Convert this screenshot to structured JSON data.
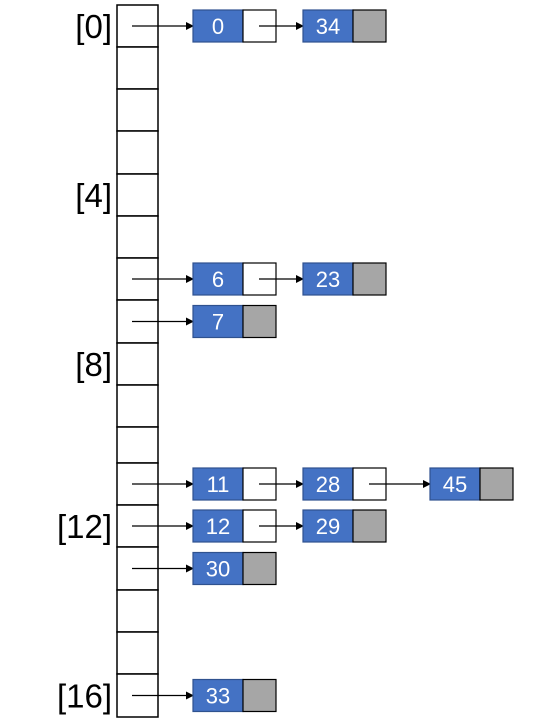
{
  "diagram": {
    "colors": {
      "node_value": "#4472c4",
      "node_border": "#2f528f",
      "null_pointer": "#a6a6a6",
      "pointer_cell": "#ffffff",
      "line": "#000000"
    },
    "index_labels": [
      {
        "slot": 0,
        "text": "[0]"
      },
      {
        "slot": 4,
        "text": "[4]"
      },
      {
        "slot": 8,
        "text": "[8]"
      },
      {
        "slot": 12,
        "text": "[12]"
      },
      {
        "slot": 16,
        "text": "[16]"
      }
    ],
    "slot_count": 17,
    "chains": [
      {
        "slot": 0,
        "values": [
          "0",
          "34"
        ]
      },
      {
        "slot": 6,
        "values": [
          "6",
          "23"
        ]
      },
      {
        "slot": 7,
        "values": [
          "7"
        ]
      },
      {
        "slot": 11,
        "values": [
          "11",
          "28",
          "45"
        ]
      },
      {
        "slot": 12,
        "values": [
          "12",
          "29"
        ]
      },
      {
        "slot": 13,
        "values": [
          "30"
        ]
      },
      {
        "slot": 16,
        "values": [
          "33"
        ]
      }
    ]
  }
}
